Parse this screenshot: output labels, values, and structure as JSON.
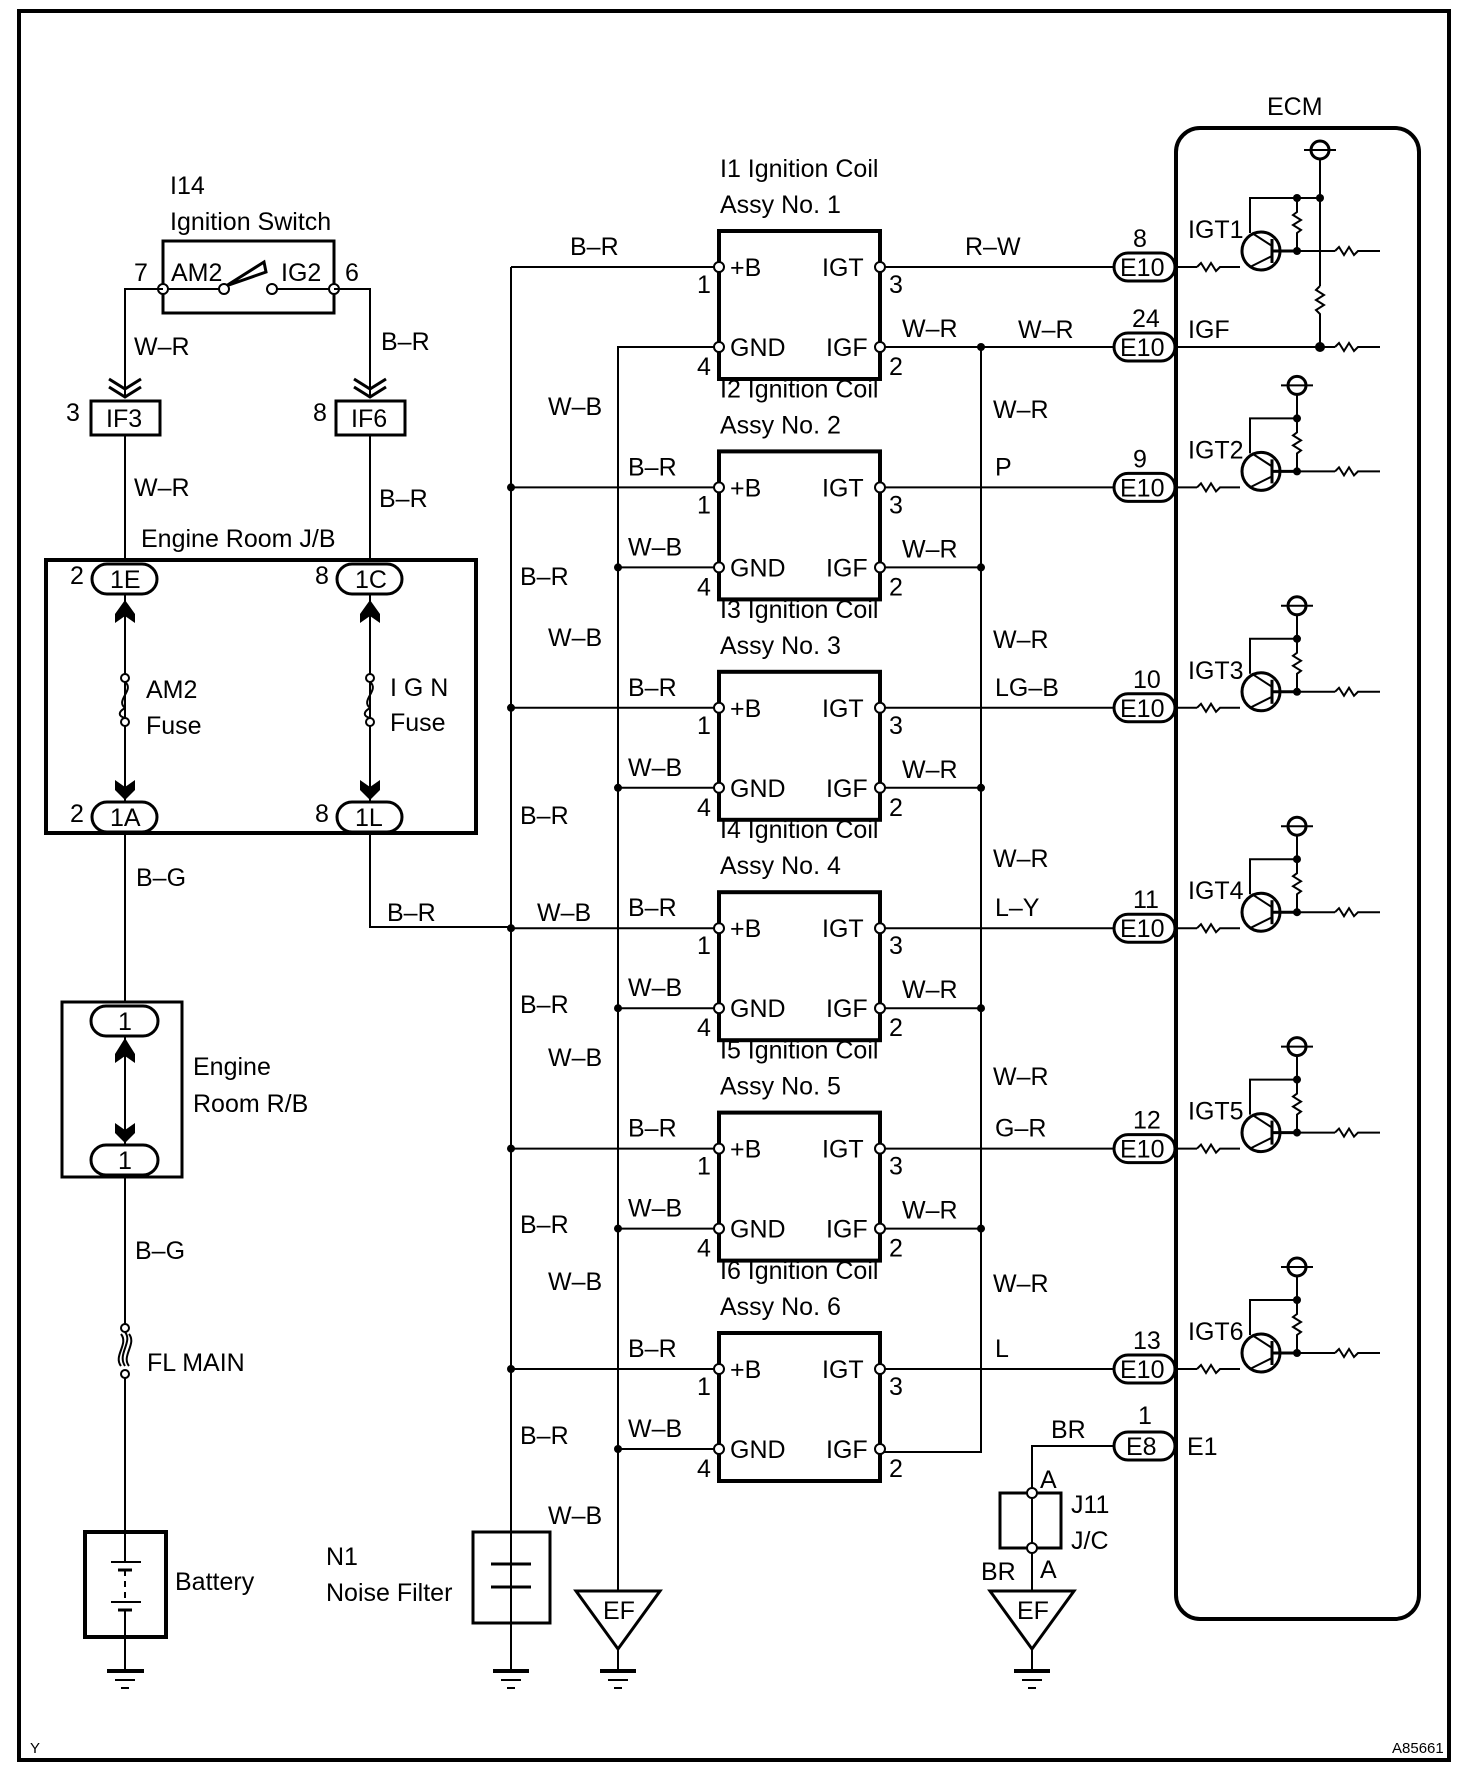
{
  "figure_code": "A85661",
  "corner_mark": "Y",
  "ignition_switch": {
    "ref": "I14",
    "name": "Ignition Switch",
    "pin_left": "7",
    "pin_right": "6",
    "contact_left": "AM2",
    "contact_right": "IG2"
  },
  "left_wires": {
    "sw_left": "W–R",
    "sw_right": "B–R",
    "if3_pin": "3",
    "if3": "IF3",
    "if6_pin": "8",
    "if6": "IF6",
    "below_if3": "W–R",
    "below_if6": "B–R"
  },
  "junction_block": {
    "name": "Engine Room J/B",
    "top_left_pin": "2",
    "top_left": "1E",
    "top_right_pin": "8",
    "top_right": "1C",
    "bottom_left_pin": "2",
    "bottom_left": "1A",
    "bottom_right_pin": "8",
    "bottom_right": "1L",
    "fuse_left_line1": "AM2",
    "fuse_left_line2": "Fuse",
    "fuse_right_line1": "I G N",
    "fuse_right_line2": "Fuse"
  },
  "relay_block": {
    "name_line1": "Engine",
    "name_line2": "Room R/B",
    "top_pin": "1",
    "bottom_pin": "1"
  },
  "lower_left": {
    "wire_below_jb": "B–G",
    "wire_from_1l": "B–R",
    "wire_below_rb": "B–G",
    "fusible_link": "FL MAIN",
    "battery": "Battery"
  },
  "noise_filter": {
    "ref": "N1",
    "name": "Noise Filter"
  },
  "ground_ef": "EF",
  "coils": [
    {
      "title": "I1 Ignition Coil",
      "assy": "Assy No. 1",
      "pos_b": "+B",
      "gnd": "GND",
      "igt": "IGT",
      "igf": "IGF",
      "pin1": "1",
      "pin4": "4",
      "pin3": "3",
      "pin2": "2",
      "br_label": "B–R",
      "wb_label": "",
      "igt_wire": "R–W",
      "igf_wire": "W–R",
      "ecm_pin": "8",
      "connector": "E10",
      "ecm_label": "IGT1"
    },
    {
      "title": "I2 Ignition Coil",
      "assy": "Assy No. 2",
      "pos_b": "+B",
      "gnd": "GND",
      "igt": "IGT",
      "igf": "IGF",
      "pin1": "1",
      "pin4": "4",
      "pin3": "3",
      "pin2": "2",
      "br_label": "B–R",
      "wb_label": "W–B",
      "igt_wire": "P",
      "igf_wire": "W–R",
      "ecm_pin": "9",
      "connector": "E10",
      "ecm_label": "IGT2"
    },
    {
      "title": "I3 Ignition Coil",
      "assy": "Assy No. 3",
      "pos_b": "+B",
      "gnd": "GND",
      "igt": "IGT",
      "igf": "IGF",
      "pin1": "1",
      "pin4": "4",
      "pin3": "3",
      "pin2": "2",
      "br_label": "B–R",
      "wb_label": "W–B",
      "igt_wire": "LG–B",
      "igf_wire": "W–R",
      "ecm_pin": "10",
      "connector": "E10",
      "ecm_label": "IGT3"
    },
    {
      "title": "I4 Ignition Coil",
      "assy": "Assy No. 4",
      "pos_b": "+B",
      "gnd": "GND",
      "igt": "IGT",
      "igf": "IGF",
      "pin1": "1",
      "pin4": "4",
      "pin3": "3",
      "pin2": "2",
      "br_label": "B–R",
      "wb_label": "W–B",
      "igt_wire": "L–Y",
      "igf_wire": "W–R",
      "ecm_pin": "11",
      "connector": "E10",
      "ecm_label": "IGT4"
    },
    {
      "title": "I5 Ignition Coil",
      "assy": "Assy No. 5",
      "pos_b": "+B",
      "gnd": "GND",
      "igt": "IGT",
      "igf": "IGF",
      "pin1": "1",
      "pin4": "4",
      "pin3": "3",
      "pin2": "2",
      "br_label": "B–R",
      "wb_label": "W–B",
      "igt_wire": "G–R",
      "igf_wire": "W–R",
      "ecm_pin": "12",
      "connector": "E10",
      "ecm_label": "IGT5"
    },
    {
      "title": "I6 Ignition Coil",
      "assy": "Assy No. 6",
      "pos_b": "+B",
      "gnd": "GND",
      "igt": "IGT",
      "igf": "IGF",
      "pin1": "1",
      "pin4": "4",
      "pin3": "3",
      "pin2": "2",
      "br_label": "B–R",
      "wb_label": "W–B",
      "igt_wire": "L",
      "igf_wire": "",
      "ecm_pin": "13",
      "connector": "E10",
      "ecm_label": "IGT6"
    }
  ],
  "bus_labels": {
    "br_left": [
      "B–R",
      "B–R",
      "B–R",
      "B–R",
      "B–R",
      "B–R"
    ],
    "wb_left": [
      "W–B",
      "W–B",
      "W–B",
      "W–B",
      "W–B",
      "W–B"
    ],
    "wr_right": [
      "W–R",
      "W–R",
      "W–R",
      "W–R",
      "W–R"
    ],
    "wb_row4": "W–B"
  },
  "ecm": {
    "name": "ECM",
    "igf_pin": "24",
    "igf_connector": "E10",
    "igf_wire": "W–R",
    "igf_label": "IGF",
    "e1_pin": "1",
    "e1_connector": "E8",
    "e1_label": "E1",
    "e1_wire": "BR"
  },
  "junction_connector": {
    "ref": "J11",
    "name": "J/C",
    "pin_top": "A",
    "pin_bottom": "A",
    "wire_below": "BR"
  }
}
